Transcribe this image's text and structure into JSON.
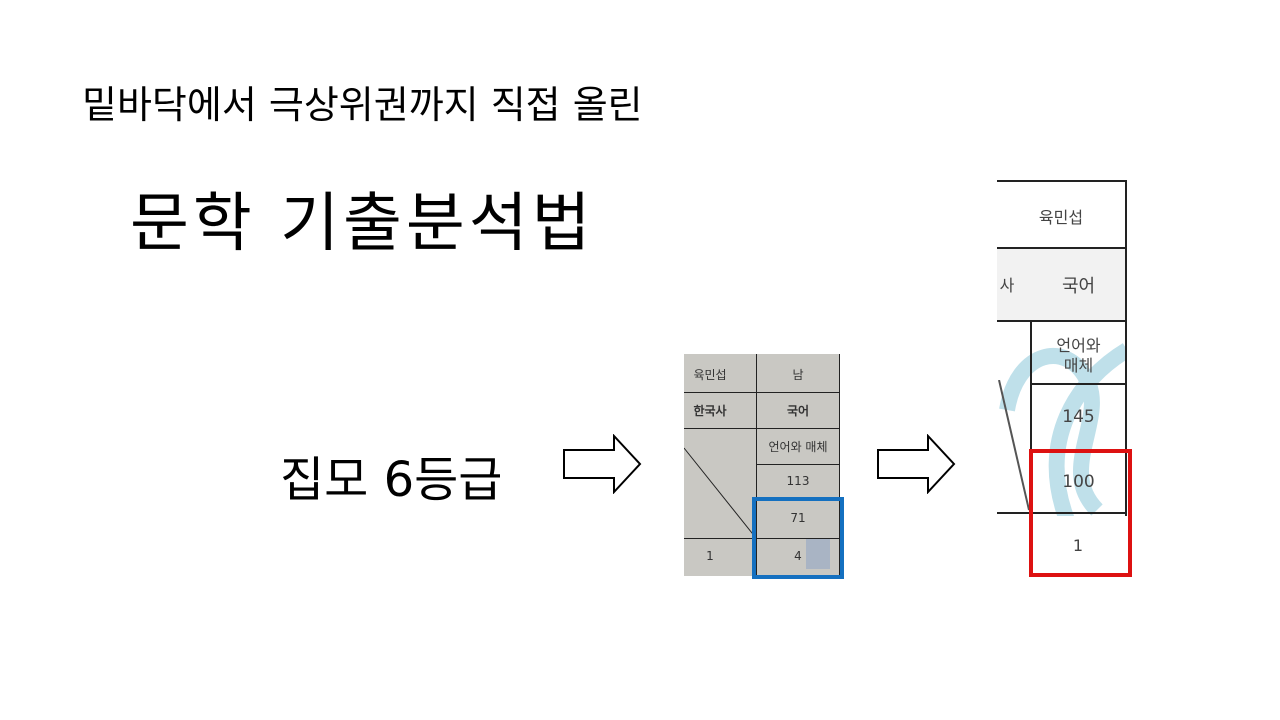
{
  "slide": {
    "subtitle": "밑바닥에서 극상위권까지 직접 올린",
    "title": "문학 기출분석법",
    "before_label": "집모 6등급"
  },
  "table_before": {
    "header_name": "육민섭",
    "header_gender": "남",
    "col_left": "한국사",
    "col_right": "국어",
    "subject": "언어와 매체",
    "standard_score": "113",
    "percentile": "71",
    "grade_left": "1",
    "grade": "4",
    "highlight_color": "#1470c0"
  },
  "table_after": {
    "header_name": "육민섭",
    "col_left_partial": "사",
    "col_right": "국어",
    "subject_line1": "언어와",
    "subject_line2": "매체",
    "standard_score": "145",
    "percentile": "100",
    "grade": "1",
    "highlight_color": "#dd1111"
  },
  "icons": {
    "arrow1": "right-arrow-outline",
    "arrow2": "right-arrow-outline"
  }
}
